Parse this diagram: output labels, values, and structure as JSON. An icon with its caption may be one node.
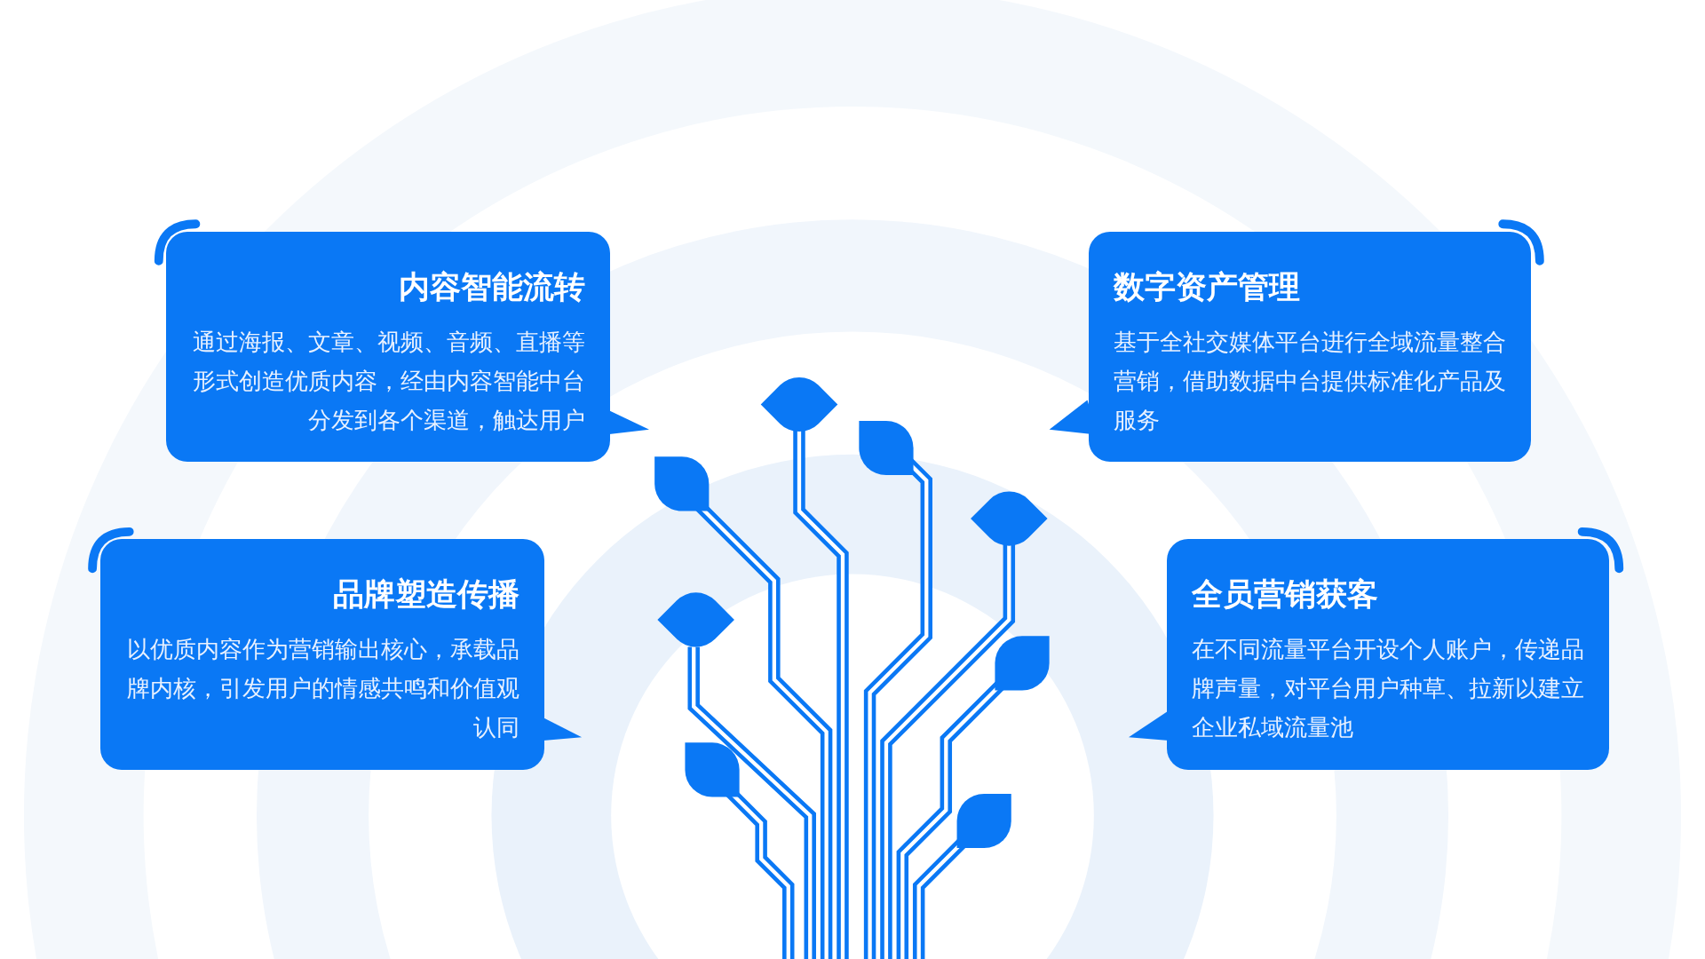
{
  "diagram": {
    "nodes": [
      {
        "text": [
          "内容智能流转",
          "通过海报、文章、视频、音频、直播等形式创造优质内容，经由内容智能中台分发到各个渠道，触达用户"
        ]
      },
      {
        "text": [
          "数字资产管理",
          "基于全社交媒体平台进行全域流量整合营销，借助数据中台提供标准化产品及服务"
        ]
      },
      {
        "text": [
          "品牌塑造传播",
          "以优质内容作为营销输出核心，承载品牌内核，引发用户的情感共鸣和价值观认同"
        ]
      },
      {
        "text": [
          "全员营销获客",
          "在不同流量平台开设个人账户，传递品牌声量，对平台用户种草、拉新以建立企业私域流量池"
        ]
      }
    ]
  }
}
